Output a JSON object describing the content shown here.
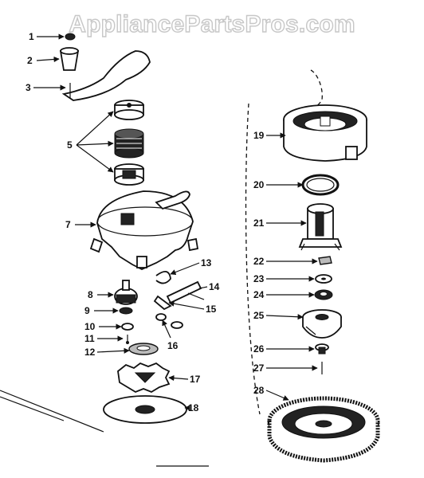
{
  "watermark": "AppliancePartsPros.com",
  "callouts": [
    "1",
    "2",
    "3",
    "5",
    "7",
    "8",
    "9",
    "10",
    "11",
    "12",
    "13",
    "14",
    "15",
    "16",
    "17",
    "18",
    "19",
    "20",
    "21",
    "22",
    "23",
    "24",
    "25",
    "26",
    "27",
    "28"
  ]
}
